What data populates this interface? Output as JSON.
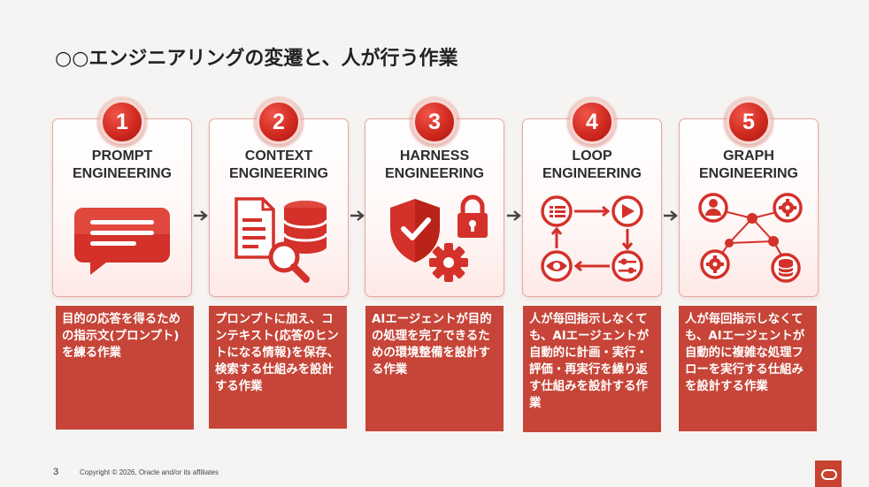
{
  "slide": {
    "title": "○○エンジニアリングの変遷と、人が行う作業",
    "page_number": "3",
    "copyright": "Copyright © 2026, Oracle and/or its affiliates"
  },
  "cards": [
    {
      "number": "1",
      "title_line1": "PROMPT",
      "title_line2": "ENGINEERING",
      "icon": "chat-message-icon",
      "description": "目的の応答を得るための指示文(プロンプト)を練る作業"
    },
    {
      "number": "2",
      "title_line1": "CONTEXT",
      "title_line2": "ENGINEERING",
      "icon": "document-database-search-icon",
      "description": "プロンプトに加え、コンテキスト(応答のヒントになる情報)を保存、検索する仕組みを設計する作業"
    },
    {
      "number": "3",
      "title_line1": "HARNESS",
      "title_line2": "ENGINEERING",
      "icon": "shield-lock-gear-icon",
      "description": "AIエージェントが目的の処理を完了できるための環境整備を設計する作業"
    },
    {
      "number": "4",
      "title_line1": "LOOP",
      "title_line2": "ENGINEERING",
      "icon": "loop-cycle-icon",
      "description": "人が毎回指示しなくても、AIエージェントが自動的に計画・実行・評価・再実行を繰り返す仕組みを設計する作業"
    },
    {
      "number": "5",
      "title_line1": "GRAPH",
      "title_line2": "ENGINEERING",
      "icon": "graph-network-icon",
      "description": "人が毎回指示しなくても、AIエージェントが自動的に複雑な処理フローを実行する仕組みを設計する作業"
    }
  ],
  "colors": {
    "accent": "#d02a20",
    "description_bg": "#c64538",
    "card_border": "#e9a8a1"
  }
}
